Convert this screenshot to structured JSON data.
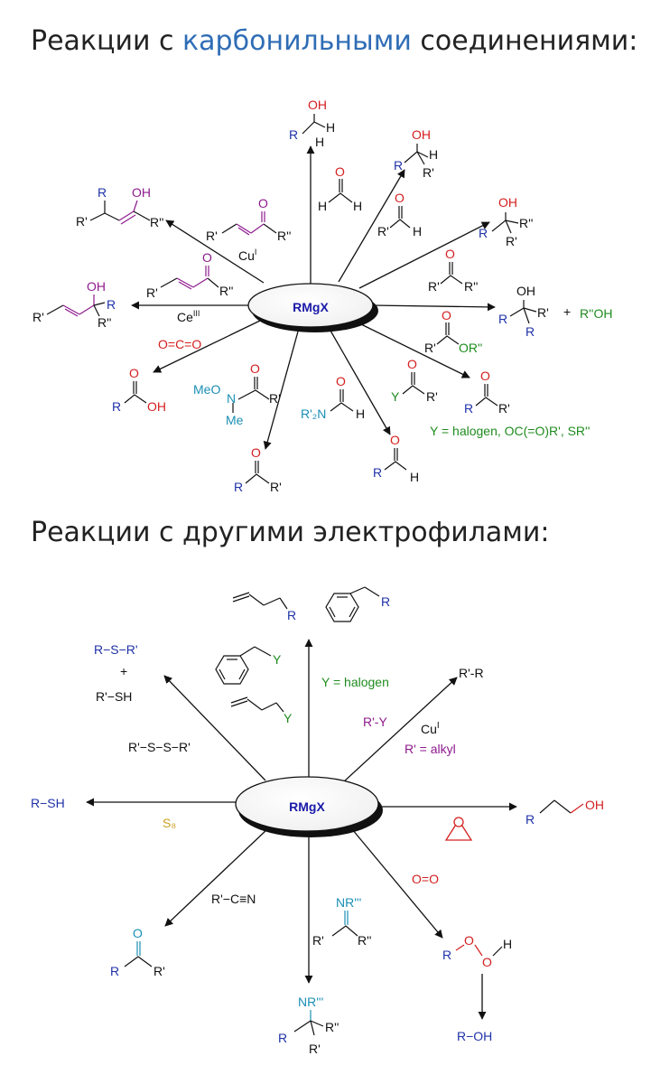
{
  "headings": {
    "carbonyl_before": "Реакции с ",
    "carbonyl_link": "карбонильными",
    "carbonyl_after": " соединениями:",
    "other": "Реакции с другими электрофилами:"
  },
  "hub": "RMgX",
  "colors": {
    "blue": "#1f32a8",
    "red": "#d42020",
    "purple": "#8e1a8e",
    "green": "#1f8c1f",
    "teal": "#1b8fb5",
    "gold": "#c9a020",
    "black": "#111111",
    "link": "#2f6db5"
  },
  "t": {
    "oh": "OH",
    "h": "H",
    "r": "R",
    "r1": "R'",
    "r2": "R''",
    "o": "O",
    "cu": "Cu",
    "cu_sup": "I",
    "ce": "Ce",
    "ce_sup": "III",
    "r2oh": "R''OH",
    "plus": "+",
    "or2": "OR''",
    "co2": "O=C=O",
    "meo": "MeO",
    "n": "N",
    "me": "Me",
    "r2n": "R'₂N",
    "y": "Y",
    "y_note": "Y = halogen, OC(=O)R', SR''",
    "y_halogen": "Y = halogen",
    "r1r": "R'-R",
    "r1y": "R'-Y",
    "alkyl": "R' = alkyl",
    "rs_r1": "R−S−R'",
    "r1sh": "R'−SH",
    "disulfide": "R'−S−S−R'",
    "rsh": "R−SH",
    "s8": "S₈",
    "o2": "O=O",
    "nitrile": "R'−C≡N",
    "nr3": "NR'''",
    "r_oh": "R−OH",
    "roo": "R",
    "ooh_o": "O",
    "ooh_h": "H"
  }
}
